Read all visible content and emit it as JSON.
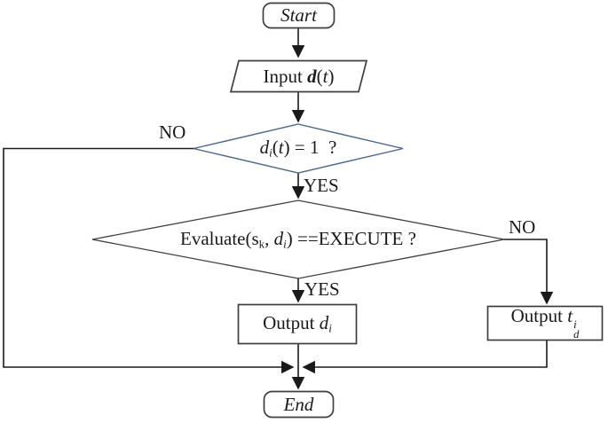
{
  "colors": {
    "edge": "#1a1a1a",
    "node_border": "#3f3f3f",
    "decision_highlight_border": "#4a6590"
  },
  "nodes": {
    "start": {
      "type": "terminator",
      "label": "Start"
    },
    "input": {
      "type": "io",
      "action": "Input ",
      "var": "d",
      "paren_open": "(",
      "arg": "t",
      "paren_close": ")"
    },
    "decision1": {
      "type": "decision",
      "var": "d",
      "var_sub": "i",
      "paren_open": "(",
      "arg": "t",
      "rest": ") = 1  ?"
    },
    "decision2": {
      "type": "decision",
      "func": "Evaluate(s",
      "func_sub": "k",
      "separator": ", ",
      "var": "d",
      "var_sub": "i",
      "rest": ") ==EXECUTE ?"
    },
    "output_d": {
      "type": "process",
      "action": "Output ",
      "var": "d",
      "var_sub": "i"
    },
    "output_t": {
      "type": "process",
      "action": "Output ",
      "var": "t",
      "var_sup": "i",
      "var_sub": "d"
    },
    "end": {
      "type": "terminator",
      "label": "End"
    }
  },
  "edge_labels": {
    "decision1_no": "NO",
    "decision1_yes": "YES",
    "decision2_no": "NO",
    "decision2_yes": "YES"
  }
}
